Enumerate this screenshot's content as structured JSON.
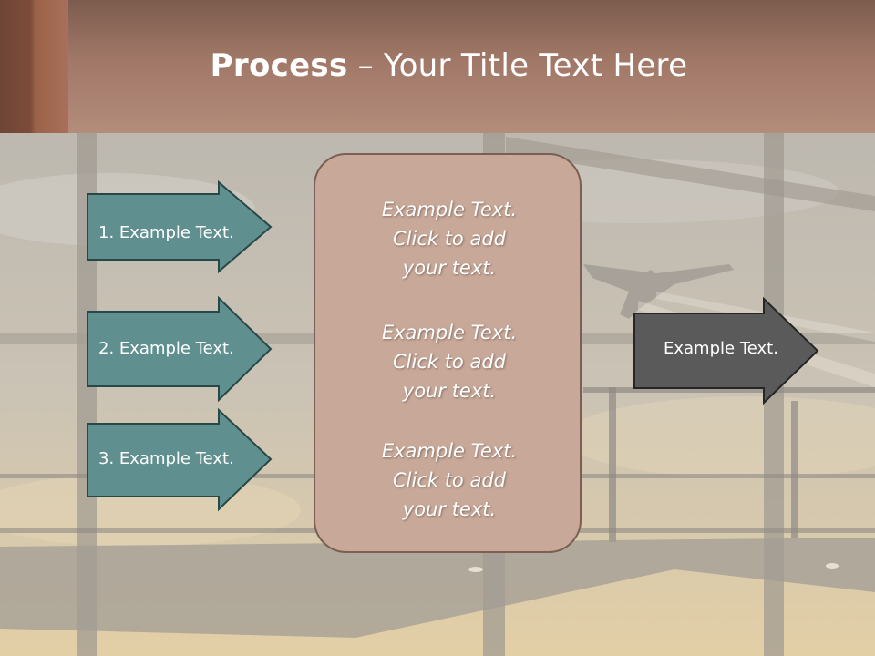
{
  "title": {
    "bold": "Process",
    "dash": " – ",
    "rest": "Your Title Text Here"
  },
  "steps": [
    {
      "label": "1. Example Text."
    },
    {
      "label": "2. Example Text."
    },
    {
      "label": "3. Example Text."
    }
  ],
  "center": {
    "blocks": [
      {
        "line1": "Example Text.",
        "line2": "Click  to add",
        "line3": "your text."
      },
      {
        "line1": "Example Text.",
        "line2": "Click  to add",
        "line3": "your text."
      },
      {
        "line1": "Example Text.",
        "line2": "Click  to add",
        "line3": "your text."
      }
    ]
  },
  "output": {
    "label": "Example Text."
  },
  "colors": {
    "step_fill": "#5f8f8f",
    "step_border": "#284848",
    "center_fill": "#c8a898",
    "output_fill": "#5a5a5a",
    "header": "#b48c7a"
  }
}
